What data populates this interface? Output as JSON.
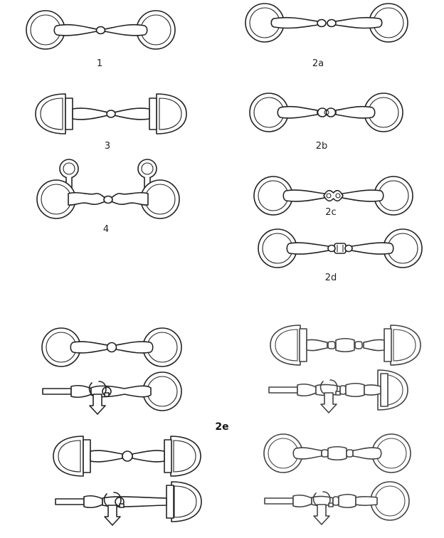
{
  "labels": {
    "bit_1": "1",
    "bit_2a": "2a",
    "bit_3": "3",
    "bit_2b": "2b",
    "bit_4": "4",
    "bit_2c": "2c",
    "bit_2d": "2d",
    "bit_2e": "2e"
  }
}
